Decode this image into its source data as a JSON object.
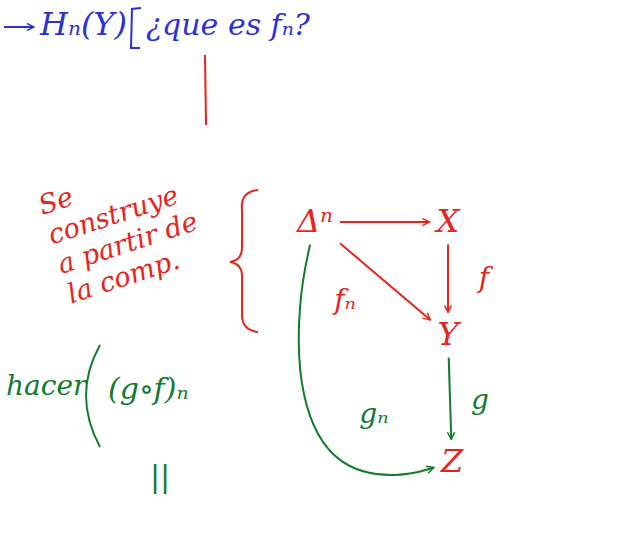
{
  "diagram": {
    "nodes": [
      {
        "text": [
          "Δⁿ"
        ]
      },
      {
        "text": [
          "X"
        ]
      },
      {
        "text": [
          "Y"
        ]
      },
      {
        "text": [
          "Z"
        ]
      }
    ],
    "edges": [
      {
        "from": 0,
        "to": 1,
        "arrow": "to"
      },
      {
        "from": 1,
        "to": 2,
        "label": "f",
        "arrow": "to"
      },
      {
        "from": 0,
        "to": 2,
        "label": "fₙ",
        "arrow": "to"
      },
      {
        "from": 2,
        "to": 3,
        "label": "g",
        "arrow": "to"
      },
      {
        "from": 0,
        "to": 3,
        "label": "gₙ",
        "arrow": "to"
      }
    ],
    "labels": [
      "Hₙ(Y)",
      "¿que es fₙ?",
      "Se construye a partir de la comp.",
      "hacer",
      "(g∘f)ₙ",
      "||"
    ]
  }
}
